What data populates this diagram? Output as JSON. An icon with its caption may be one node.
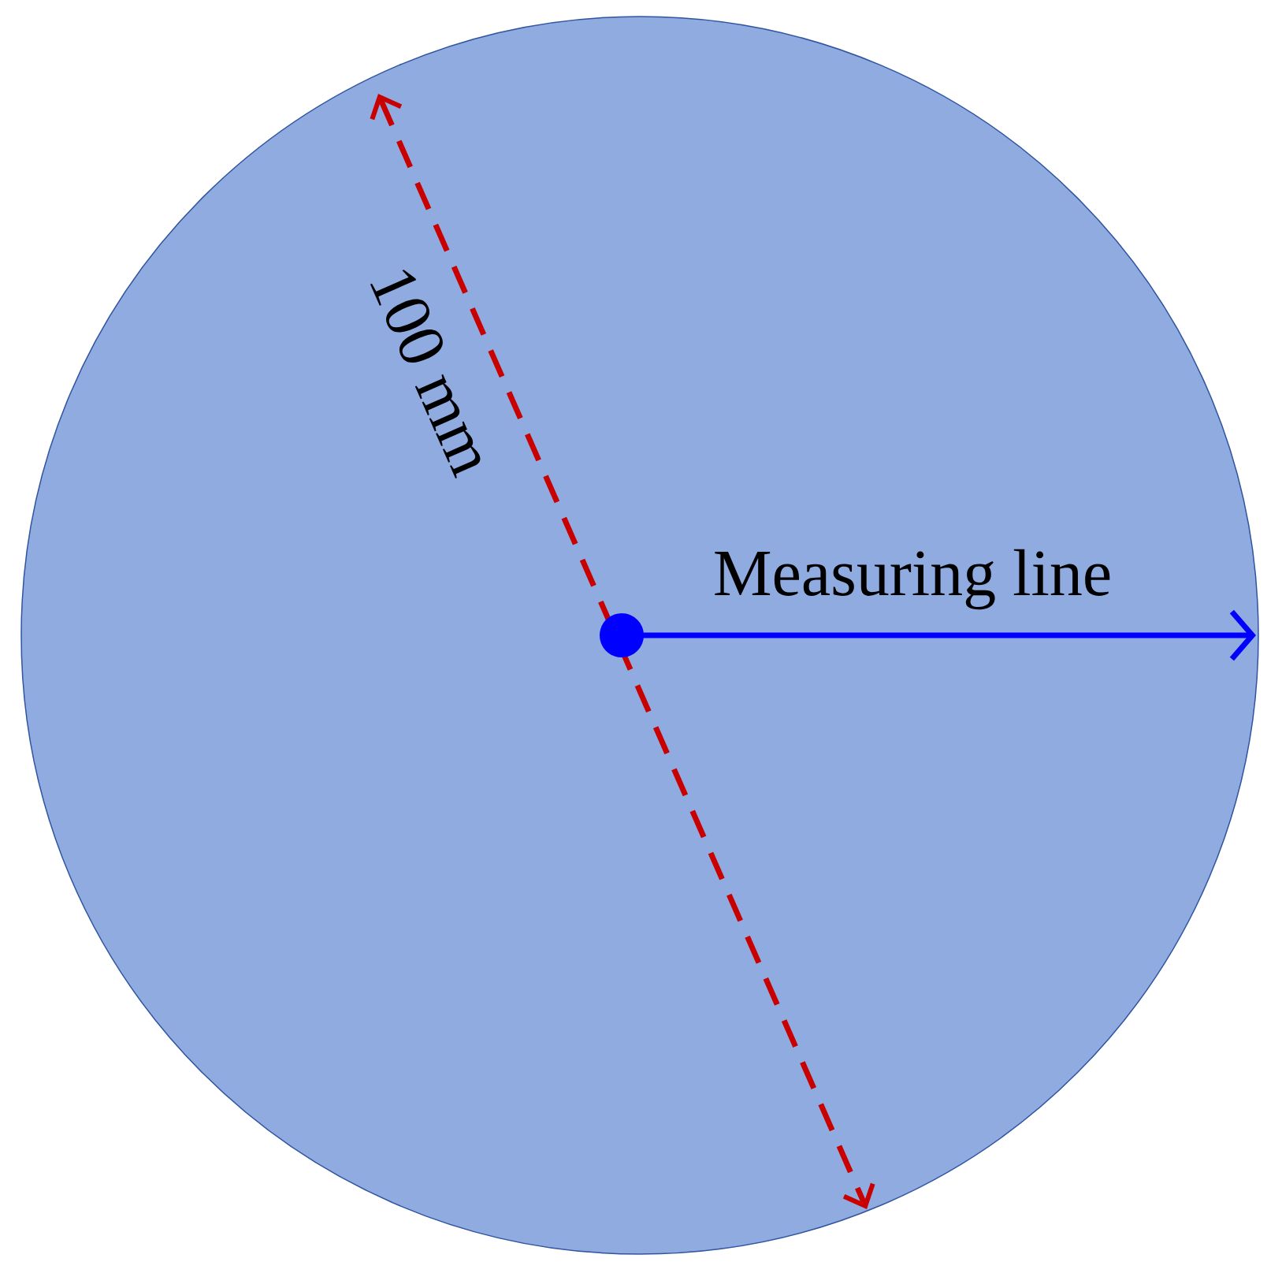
{
  "diagram": {
    "nodes": [
      {
        "text": [],
        "shape": "circle"
      }
    ],
    "labels": [
      "100 mm",
      "Measuring line"
    ]
  }
}
